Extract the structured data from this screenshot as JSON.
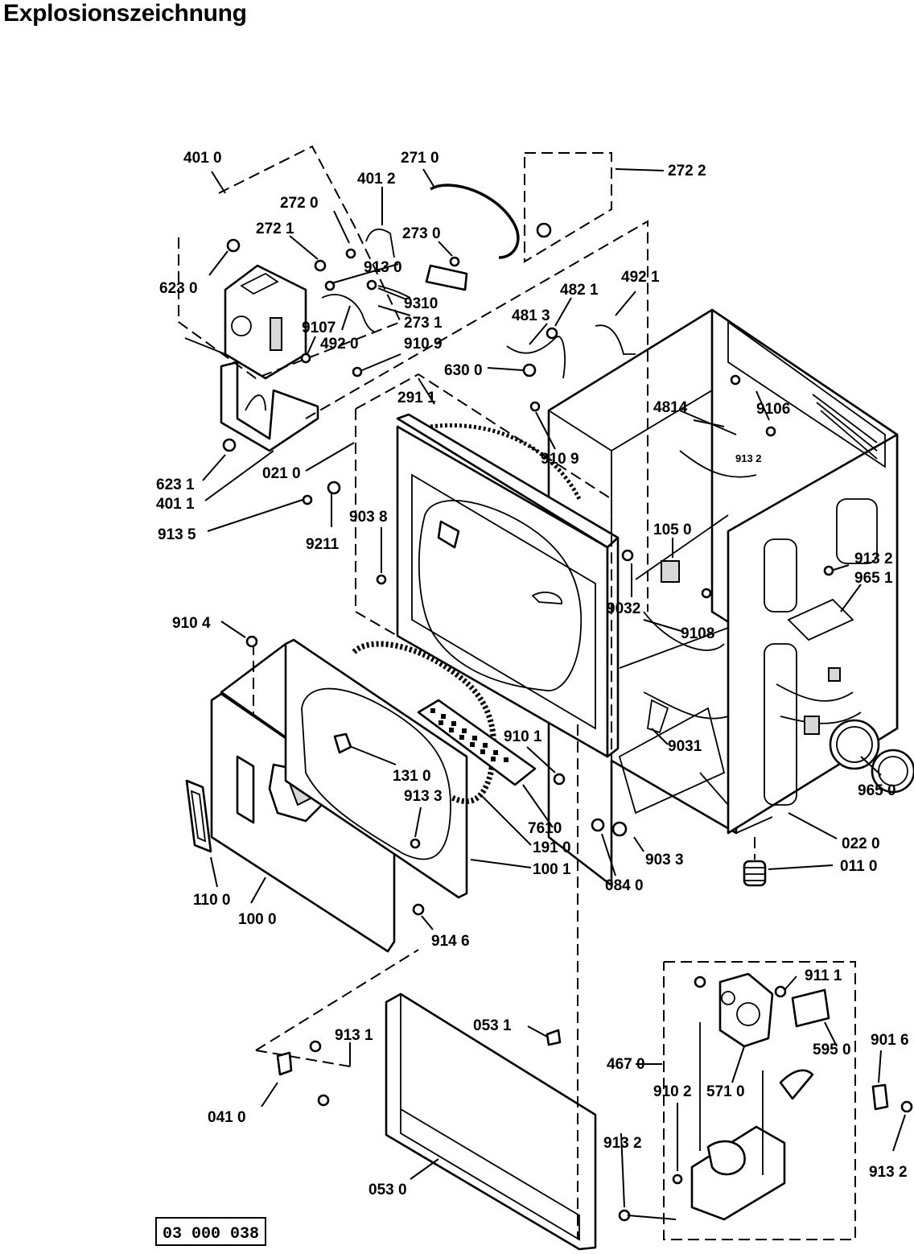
{
  "title": "Explosionszeichnung",
  "drawing_number": "03 000 038",
  "labels": {
    "l4010": "401 0",
    "l2710": "271 0",
    "l2722": "272 2",
    "l4012": "401 2",
    "l2720": "272 0",
    "l2721": "272 1",
    "l2730": "273 0",
    "l9130": "913 0",
    "l6230": "623 0",
    "l9310": "9310",
    "l2731": "273 1",
    "l4821": "482 1",
    "l4921": "492 1",
    "l9107": "9107",
    "l4813": "481 3",
    "l4920": "492 0",
    "l9109a": "910 9",
    "l6300": "630 0",
    "l2911": "291 1",
    "l4814": "4814",
    "l9106": "9106",
    "l9132s": "913 2",
    "l9109b": "910 9",
    "l6231": "623 1",
    "l4011": "401 1",
    "l0210": "021 0",
    "l9038": "903 8",
    "l1050": "105 0",
    "l9135": "913 5",
    "l9211": "9211",
    "l9132a": "913 2",
    "l9651": "965 1",
    "l9032": "9032",
    "l9108": "9108",
    "l9104": "910 4",
    "l9101": "910 1",
    "l9031": "9031",
    "l1310": "131 0",
    "l9133": "913 3",
    "l9650": "965 0",
    "l7610": "7610",
    "l1910": "191 0",
    "l0220": "022 0",
    "l1001": "100 1",
    "l9033": "903 3",
    "l0110": "011 0",
    "l1100": "110 0",
    "l1000": "100 0",
    "l0840": "084 0",
    "l9146": "914 6",
    "l9111": "911 1",
    "l0531": "053 1",
    "l9131": "913 1",
    "l4670": "467 0",
    "l5950": "595 0",
    "l9016": "901 6",
    "l9102": "910 2",
    "l5710": "571 0",
    "l0410": "041 0",
    "l9132b": "913 2",
    "l0530": "053 0",
    "l9132c": "913 2"
  }
}
